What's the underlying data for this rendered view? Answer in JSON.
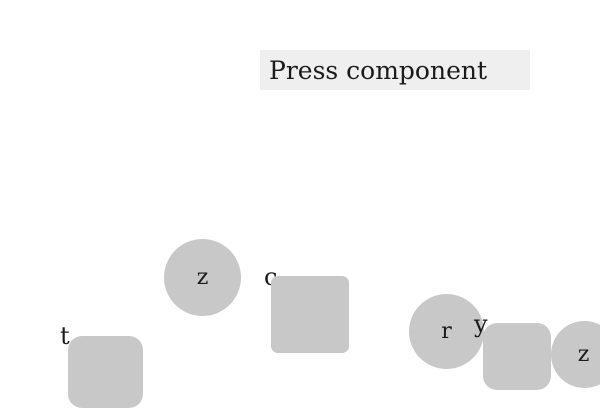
{
  "instruction": {
    "text": "Press component"
  },
  "components": {
    "circle_z_left": {
      "label": "z"
    },
    "square_c": {
      "label": ""
    },
    "circle_r": {
      "label": "r"
    },
    "rounded_y": {
      "label": ""
    },
    "circle_z_right": {
      "label": "z"
    },
    "rounded_t": {
      "label": ""
    }
  },
  "labels": {
    "c": "c",
    "t": "t",
    "y": "y"
  },
  "colors": {
    "component_fill": "#c8c8c8",
    "instruction_bg": "#efefef",
    "background": "#ffffff"
  }
}
